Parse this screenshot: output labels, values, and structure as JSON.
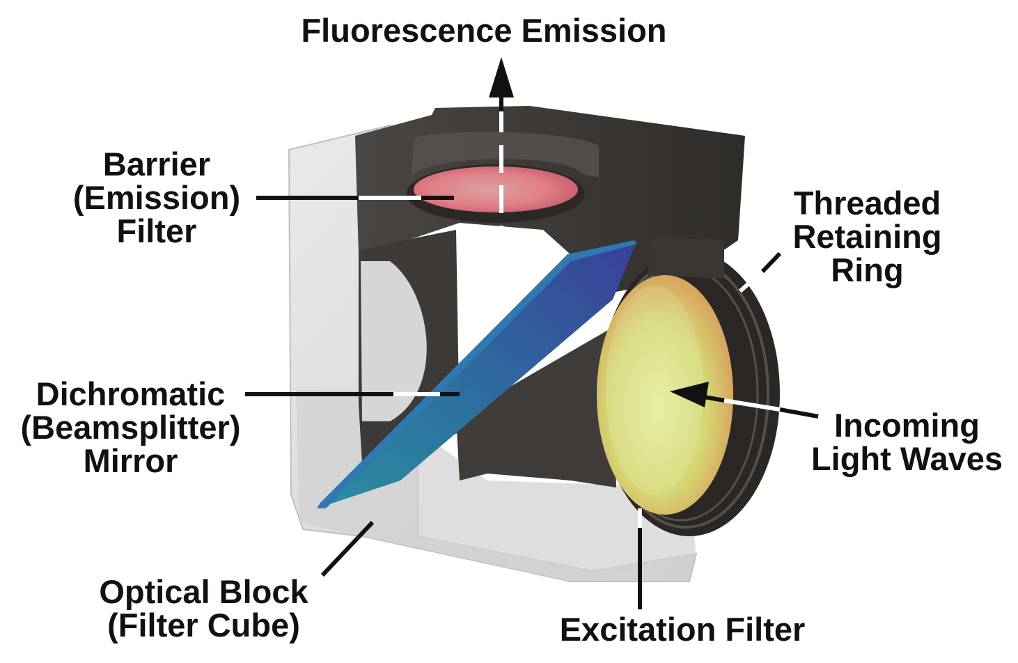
{
  "labels": {
    "fluorescence_emission": "Fluorescence Emission",
    "barrier_filter": [
      "Barrier",
      "(Emission)",
      "Filter"
    ],
    "dichromatic_mirror": [
      "Dichromatic",
      "(Beamsplitter)",
      "Mirror"
    ],
    "optical_block": [
      "Optical Block",
      "(Filter Cube)"
    ],
    "threaded_ring": [
      "Threaded",
      "Retaining",
      "Ring"
    ],
    "incoming_light": [
      "Incoming",
      "Light Waves"
    ],
    "excitation_filter": "Excitation Filter"
  },
  "colors": {
    "label_text": "#111111",
    "leader_line": "#111111",
    "leader_inner": "#ffffff",
    "cube_dark": "#3e3b38",
    "cube_shell": "#d9d9d9",
    "mirror": "#2e6fa6",
    "emission_filter": "#e58a8a",
    "excitation_filter": "#d9df7a"
  }
}
